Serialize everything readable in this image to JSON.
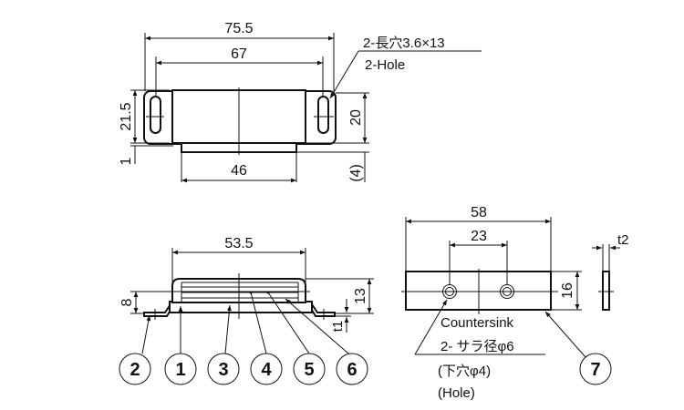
{
  "top_view": {
    "overall_length": "75.5",
    "hole_pitch": "67",
    "base_width": "46",
    "height": "21.5",
    "offset": "1",
    "body_height": "20",
    "protrusion": "(4)",
    "hole_note": "2-長穴3.6×13",
    "hole_note_en": "2-Hole"
  },
  "side_view": {
    "body_length": "53.5",
    "flange_height": "8",
    "total_height": "13",
    "thickness": "t1",
    "part_numbers": [
      "2",
      "1",
      "3",
      "4",
      "5",
      "6"
    ]
  },
  "plate_view": {
    "length": "58",
    "hole_pitch": "23",
    "width": "16",
    "thickness": "t2",
    "note_line1": "Countersink",
    "note_line2": "2- サラ径φ6",
    "note_line3": "(下穴φ4)",
    "note_line4": "(Hole)",
    "part_number": "7"
  }
}
